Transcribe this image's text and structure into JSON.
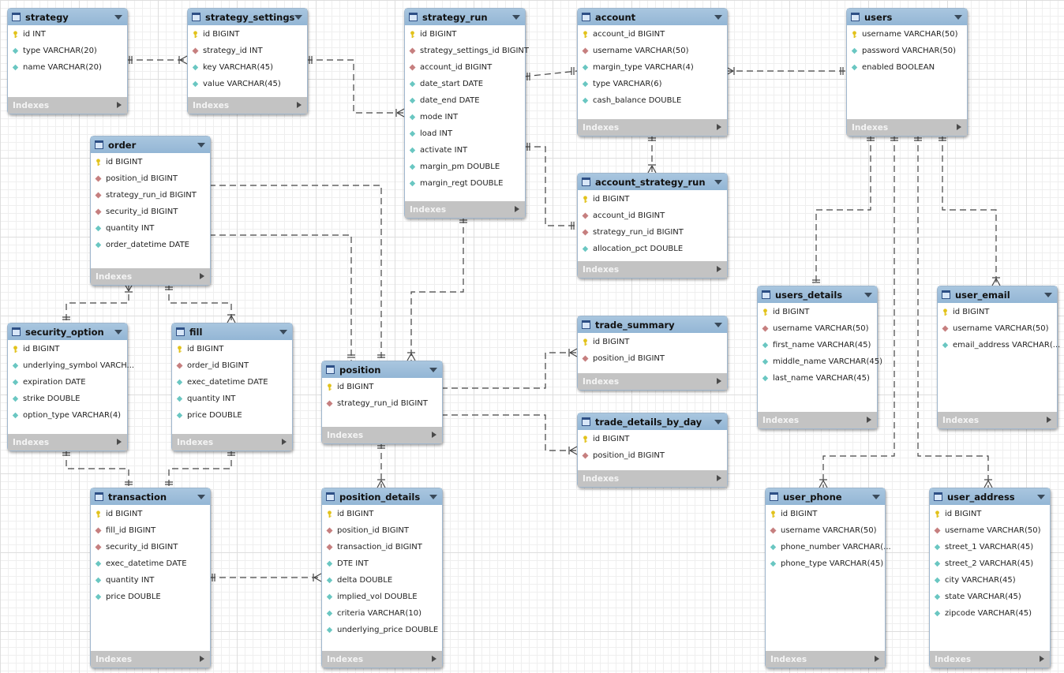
{
  "colors": {
    "header": "#9dbcd9",
    "footer": "#c3c3c3",
    "pk": "#e2c21b",
    "fk": "#c67f7f",
    "attr": "#6ac7c2",
    "line": "#444444"
  },
  "indexes_label": "Indexes",
  "tables": [
    {
      "id": "strategy",
      "name": "strategy",
      "columns": [
        {
          "icon": "pk",
          "text": "id INT"
        },
        {
          "icon": "attr",
          "text": "type VARCHAR(20)"
        },
        {
          "icon": "attr",
          "text": "name VARCHAR(20)"
        }
      ]
    },
    {
      "id": "strategy_settings",
      "name": "strategy_settings",
      "columns": [
        {
          "icon": "pk",
          "text": "id BIGINT"
        },
        {
          "icon": "fk",
          "text": "strategy_id INT"
        },
        {
          "icon": "attr",
          "text": "key VARCHAR(45)"
        },
        {
          "icon": "attr",
          "text": "value VARCHAR(45)"
        }
      ]
    },
    {
      "id": "strategy_run",
      "name": "strategy_run",
      "columns": [
        {
          "icon": "pk",
          "text": "id BIGINT"
        },
        {
          "icon": "fk",
          "text": "strategy_settings_id BIGINT"
        },
        {
          "icon": "fk",
          "text": "account_id BIGINT"
        },
        {
          "icon": "attr",
          "text": "date_start DATE"
        },
        {
          "icon": "attr",
          "text": "date_end DATE"
        },
        {
          "icon": "attr",
          "text": "mode INT"
        },
        {
          "icon": "attr",
          "text": "load INT"
        },
        {
          "icon": "attr",
          "text": "activate INT"
        },
        {
          "icon": "attr",
          "text": "margin_pm DOUBLE"
        },
        {
          "icon": "attr",
          "text": "margin_regt DOUBLE"
        }
      ]
    },
    {
      "id": "account",
      "name": "account",
      "columns": [
        {
          "icon": "pk",
          "text": "account_id BIGINT"
        },
        {
          "icon": "fk",
          "text": "username VARCHAR(50)"
        },
        {
          "icon": "attr",
          "text": "margin_type VARCHAR(4)"
        },
        {
          "icon": "attr",
          "text": "type VARCHAR(6)"
        },
        {
          "icon": "attr",
          "text": "cash_balance DOUBLE"
        }
      ]
    },
    {
      "id": "users",
      "name": "users",
      "columns": [
        {
          "icon": "pk",
          "text": "username VARCHAR(50)"
        },
        {
          "icon": "attr",
          "text": "password VARCHAR(50)"
        },
        {
          "icon": "attr",
          "text": "enabled BOOLEAN"
        }
      ]
    },
    {
      "id": "order",
      "name": "order",
      "columns": [
        {
          "icon": "pk",
          "text": "id BIGINT"
        },
        {
          "icon": "fk",
          "text": "position_id BIGINT"
        },
        {
          "icon": "fk",
          "text": "strategy_run_id BIGINT"
        },
        {
          "icon": "fk",
          "text": "security_id BIGINT"
        },
        {
          "icon": "attr",
          "text": "quantity INT"
        },
        {
          "icon": "attr",
          "text": "order_datetime DATE"
        }
      ]
    },
    {
      "id": "account_strategy_run",
      "name": "account_strategy_run",
      "columns": [
        {
          "icon": "pk",
          "text": "id BIGINT"
        },
        {
          "icon": "fk",
          "text": "account_id BIGINT"
        },
        {
          "icon": "fk",
          "text": "strategy_run_id BIGINT"
        },
        {
          "icon": "attr",
          "text": "allocation_pct DOUBLE"
        }
      ]
    },
    {
      "id": "users_details",
      "name": "users_details",
      "columns": [
        {
          "icon": "pk",
          "text": "id BIGINT"
        },
        {
          "icon": "fk",
          "text": "username VARCHAR(50)"
        },
        {
          "icon": "attr",
          "text": "first_name VARCHAR(45)"
        },
        {
          "icon": "attr",
          "text": "middle_name VARCHAR(45)"
        },
        {
          "icon": "attr",
          "text": "last_name VARCHAR(45)"
        }
      ]
    },
    {
      "id": "user_email",
      "name": "user_email",
      "columns": [
        {
          "icon": "pk",
          "text": "id BIGINT"
        },
        {
          "icon": "fk",
          "text": "username VARCHAR(50)"
        },
        {
          "icon": "attr",
          "text": "email_address VARCHAR(..."
        }
      ]
    },
    {
      "id": "security_option",
      "name": "security_option",
      "columns": [
        {
          "icon": "pk",
          "text": "id BIGINT"
        },
        {
          "icon": "attr",
          "text": "underlying_symbol VARCH..."
        },
        {
          "icon": "attr",
          "text": "expiration DATE"
        },
        {
          "icon": "attr",
          "text": "strike DOUBLE"
        },
        {
          "icon": "attr",
          "text": "option_type VARCHAR(4)"
        }
      ]
    },
    {
      "id": "fill",
      "name": "fill",
      "columns": [
        {
          "icon": "pk",
          "text": "id BIGINT"
        },
        {
          "icon": "fk",
          "text": "order_id BIGINT"
        },
        {
          "icon": "attr",
          "text": "exec_datetime DATE"
        },
        {
          "icon": "attr",
          "text": "quantity INT"
        },
        {
          "icon": "attr",
          "text": "price DOUBLE"
        }
      ]
    },
    {
      "id": "position",
      "name": "position",
      "columns": [
        {
          "icon": "pk",
          "text": "id BIGINT"
        },
        {
          "icon": "fk",
          "text": "strategy_run_id BIGINT"
        }
      ]
    },
    {
      "id": "trade_summary",
      "name": "trade_summary",
      "columns": [
        {
          "icon": "pk",
          "text": "id BIGINT"
        },
        {
          "icon": "fk",
          "text": "position_id BIGINT"
        }
      ]
    },
    {
      "id": "trade_details_by_day",
      "name": "trade_details_by_day",
      "columns": [
        {
          "icon": "pk",
          "text": "id BIGINT"
        },
        {
          "icon": "fk",
          "text": "position_id BIGINT"
        }
      ]
    },
    {
      "id": "transaction",
      "name": "transaction",
      "columns": [
        {
          "icon": "pk",
          "text": "id BIGINT"
        },
        {
          "icon": "fk",
          "text": "fill_id BIGINT"
        },
        {
          "icon": "fk",
          "text": "security_id BIGINT"
        },
        {
          "icon": "attr",
          "text": "exec_datetime DATE"
        },
        {
          "icon": "attr",
          "text": "quantity INT"
        },
        {
          "icon": "attr",
          "text": "price DOUBLE"
        }
      ]
    },
    {
      "id": "position_details",
      "name": "position_details",
      "columns": [
        {
          "icon": "pk",
          "text": "id BIGINT"
        },
        {
          "icon": "fk",
          "text": "position_id BIGINT"
        },
        {
          "icon": "fk",
          "text": "transaction_id BIGINT"
        },
        {
          "icon": "attr",
          "text": "DTE INT"
        },
        {
          "icon": "attr",
          "text": "delta DOUBLE"
        },
        {
          "icon": "attr",
          "text": "implied_vol DOUBLE"
        },
        {
          "icon": "attr",
          "text": "criteria VARCHAR(10)"
        },
        {
          "icon": "attr",
          "text": "underlying_price DOUBLE"
        }
      ]
    },
    {
      "id": "user_phone",
      "name": "user_phone",
      "columns": [
        {
          "icon": "pk",
          "text": "id BIGINT"
        },
        {
          "icon": "fk",
          "text": "username VARCHAR(50)"
        },
        {
          "icon": "attr",
          "text": "phone_number VARCHAR(..."
        },
        {
          "icon": "attr",
          "text": "phone_type VARCHAR(45)"
        }
      ]
    },
    {
      "id": "user_address",
      "name": "user_address",
      "columns": [
        {
          "icon": "pk",
          "text": "id BIGINT"
        },
        {
          "icon": "fk",
          "text": "username VARCHAR(50)"
        },
        {
          "icon": "attr",
          "text": "street_1 VARCHAR(45)"
        },
        {
          "icon": "attr",
          "text": "street_2 VARCHAR(45)"
        },
        {
          "icon": "attr",
          "text": "city VARCHAR(45)"
        },
        {
          "icon": "attr",
          "text": "state VARCHAR(45)"
        },
        {
          "icon": "attr",
          "text": "zipcode VARCHAR(45)"
        }
      ]
    }
  ],
  "relationships": [
    {
      "from": "strategy",
      "to": "strategy_settings",
      "type": "one-to-many"
    },
    {
      "from": "strategy_settings",
      "to": "strategy_run",
      "type": "one-to-many"
    },
    {
      "from": "strategy_run",
      "to": "account",
      "type": "one-to-many"
    },
    {
      "from": "account",
      "to": "users",
      "type": "many-to-one"
    },
    {
      "from": "strategy_run",
      "to": "account_strategy_run",
      "type": "one-to-many"
    },
    {
      "from": "account",
      "to": "account_strategy_run",
      "type": "one-to-many"
    },
    {
      "from": "users",
      "to": "users_details",
      "type": "one-to-one"
    },
    {
      "from": "users",
      "to": "user_email",
      "type": "one-to-many"
    },
    {
      "from": "users",
      "to": "user_phone",
      "type": "one-to-many"
    },
    {
      "from": "users",
      "to": "user_address",
      "type": "one-to-many"
    },
    {
      "from": "order",
      "to": "security_option",
      "type": "many-to-one"
    },
    {
      "from": "order",
      "to": "fill",
      "type": "one-to-many"
    },
    {
      "from": "position",
      "to": "order",
      "type": "one-to-many"
    },
    {
      "from": "strategy_run",
      "to": "position",
      "type": "one-to-many"
    },
    {
      "from": "position",
      "to": "trade_summary",
      "type": "one-to-many"
    },
    {
      "from": "position",
      "to": "trade_details_by_day",
      "type": "one-to-many"
    },
    {
      "from": "position",
      "to": "position_details",
      "type": "one-to-many"
    },
    {
      "from": "security_option",
      "to": "transaction",
      "type": "one-to-many"
    },
    {
      "from": "fill",
      "to": "transaction",
      "type": "one-to-many"
    },
    {
      "from": "transaction",
      "to": "position_details",
      "type": "one-to-many"
    }
  ]
}
